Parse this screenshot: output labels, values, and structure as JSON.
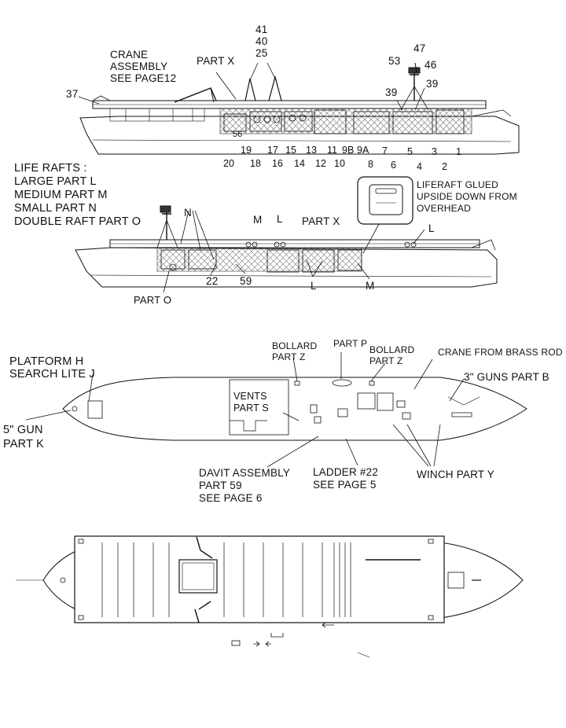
{
  "side_view_1": {
    "crane_label": [
      "CRANE",
      "ASSEMBLY",
      "SEE PAGE12"
    ],
    "part_x": "PART X",
    "stack_numbers": [
      "41",
      "40",
      "25"
    ],
    "num_37": "37",
    "num_56": "56",
    "num_53": "53",
    "num_47": "47",
    "num_46": "46",
    "num_39a": "39",
    "num_39b": "39",
    "row_top": [
      "19",
      "17",
      "15",
      "13",
      "11",
      "9B",
      "9A",
      "7",
      "5",
      "3",
      "1"
    ],
    "row_bottom": [
      "20",
      "18",
      "16",
      "14",
      "12",
      "10",
      "8",
      "6",
      "4",
      "2"
    ]
  },
  "life_rafts": {
    "lines": [
      "LIFE RAFTS :",
      "LARGE  PART L",
      "MEDIUM PART M",
      "SMALL PART N",
      "DOUBLE RAFT PART O"
    ]
  },
  "liferaft_note": [
    "LIFERAFT GLUED",
    "UPSIDE  DOWN FROM",
    "OVERHEAD"
  ],
  "side_view_2": {
    "n": "N",
    "m_top": "M",
    "l_top": "L",
    "part_x": "PART X",
    "l_right": "L",
    "num_22": "22",
    "num_59": "59",
    "l_bottom": "L",
    "m_bottom": "M",
    "part_o": "PART O"
  },
  "plan_view": {
    "platform_h": "PLATFORM H",
    "search_lite": "SEARCH LITE J",
    "gun_5": [
      "5\" GUN",
      "PART K"
    ],
    "bollard_left": [
      "BOLLARD",
      "PART Z"
    ],
    "part_p": "PART P",
    "bollard_right": [
      "BOLLARD",
      "PART Z"
    ],
    "crane_brass": "CRANE FROM BRASS ROD",
    "guns_3": "3\" GUNS PART B",
    "vents": [
      "VENTS",
      "PART S"
    ],
    "davit": [
      "DAVIT ASSEMBLY",
      "PART 59",
      "SEE PAGE 6"
    ],
    "ladder": [
      "LADDER  #22",
      "SEE PAGE 5"
    ],
    "winch": "WINCH PART Y"
  }
}
